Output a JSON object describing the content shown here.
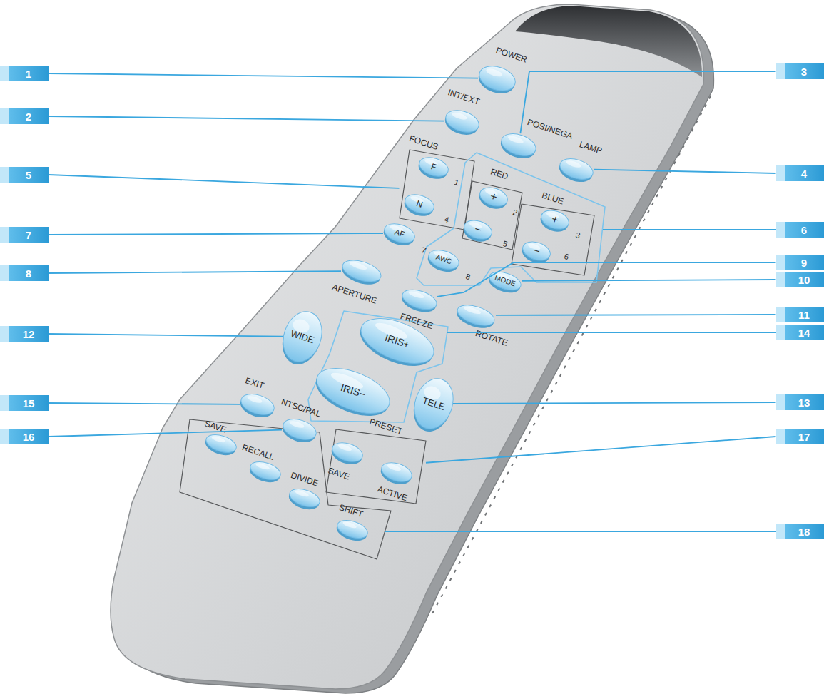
{
  "diagram": {
    "nodes": [
      {
        "text": [
          "1"
        ]
      },
      {
        "text": [
          "2"
        ]
      },
      {
        "text": [
          "3"
        ]
      },
      {
        "text": [
          "4"
        ]
      },
      {
        "text": [
          "5"
        ]
      },
      {
        "text": [
          "6"
        ]
      },
      {
        "text": [
          "7"
        ]
      },
      {
        "text": [
          "8"
        ]
      },
      {
        "text": [
          "9"
        ]
      },
      {
        "text": [
          "10"
        ]
      },
      {
        "text": [
          "11"
        ]
      },
      {
        "text": [
          "12"
        ]
      },
      {
        "text": [
          "13"
        ]
      },
      {
        "text": [
          "14"
        ]
      },
      {
        "text": [
          "15"
        ]
      },
      {
        "text": [
          "16"
        ]
      },
      {
        "text": [
          "17"
        ]
      },
      {
        "text": [
          "18"
        ]
      },
      {
        "text": [
          "POWER"
        ]
      },
      {
        "text": [
          "INT/EXT"
        ]
      },
      {
        "text": [
          "POSI/NEGA"
        ]
      },
      {
        "text": [
          "LAMP"
        ]
      },
      {
        "text": [
          "FOCUS"
        ]
      },
      {
        "text": [
          "F",
          "1"
        ],
        "in": 22
      },
      {
        "text": [
          "N",
          "4"
        ],
        "in": 22
      },
      {
        "text": [
          "RED"
        ]
      },
      {
        "text": [
          "+",
          "2"
        ],
        "in": 25
      },
      {
        "text": [
          "−",
          "5"
        ],
        "in": 25
      },
      {
        "text": [
          "BLUE"
        ]
      },
      {
        "text": [
          "+",
          "3"
        ],
        "in": 28
      },
      {
        "text": [
          "−",
          "6"
        ],
        "in": 28
      },
      {
        "text": [
          "AF",
          "7"
        ]
      },
      {
        "text": [
          "AWC",
          "8"
        ]
      },
      {
        "text": [
          "APERTURE"
        ]
      },
      {
        "text": [
          "FREEZE"
        ]
      },
      {
        "text": [
          "MODE"
        ]
      },
      {
        "text": [
          "ROTATE"
        ]
      },
      {
        "text": [
          "WIDE"
        ]
      },
      {
        "text": [
          "IRIS+"
        ]
      },
      {
        "text": [
          "IRIS−"
        ]
      },
      {
        "text": [
          "TELE"
        ]
      },
      {
        "text": [
          "EXIT"
        ]
      },
      {
        "text": [
          "NTSC/PAL"
        ]
      },
      {
        "text": [
          "PRESET"
        ]
      },
      {
        "text": [
          "SAVE"
        ],
        "in": 43
      },
      {
        "text": [
          "ACTIVE"
        ],
        "in": 43
      },
      {
        "text": [
          "SAVE"
        ]
      },
      {
        "text": [
          "RECALL"
        ]
      },
      {
        "text": [
          "DIVIDE"
        ]
      },
      {
        "text": [
          "SHIFT"
        ]
      }
    ],
    "edges": [
      {
        "from": 0,
        "to": 18,
        "arrow": "none"
      },
      {
        "from": 1,
        "to": 19,
        "arrow": "none"
      },
      {
        "from": 2,
        "to": 20,
        "arrow": "none"
      },
      {
        "from": 3,
        "to": 21,
        "arrow": "none"
      },
      {
        "from": 4,
        "to": 22,
        "arrow": "none"
      },
      {
        "from": 6,
        "to": 31,
        "arrow": "none"
      },
      {
        "from": 7,
        "to": 33,
        "arrow": "none"
      },
      {
        "from": 8,
        "to": 34,
        "arrow": "none"
      },
      {
        "from": 9,
        "to": 35,
        "arrow": "none"
      },
      {
        "from": 10,
        "to": 36,
        "arrow": "none"
      },
      {
        "from": 11,
        "to": 37,
        "arrow": "none"
      },
      {
        "from": 12,
        "to": 40,
        "arrow": "none"
      },
      {
        "from": 14,
        "to": 41,
        "arrow": "none"
      },
      {
        "from": 15,
        "to": 42,
        "arrow": "none"
      },
      {
        "from": 16,
        "to": 43,
        "arrow": "none"
      }
    ]
  }
}
